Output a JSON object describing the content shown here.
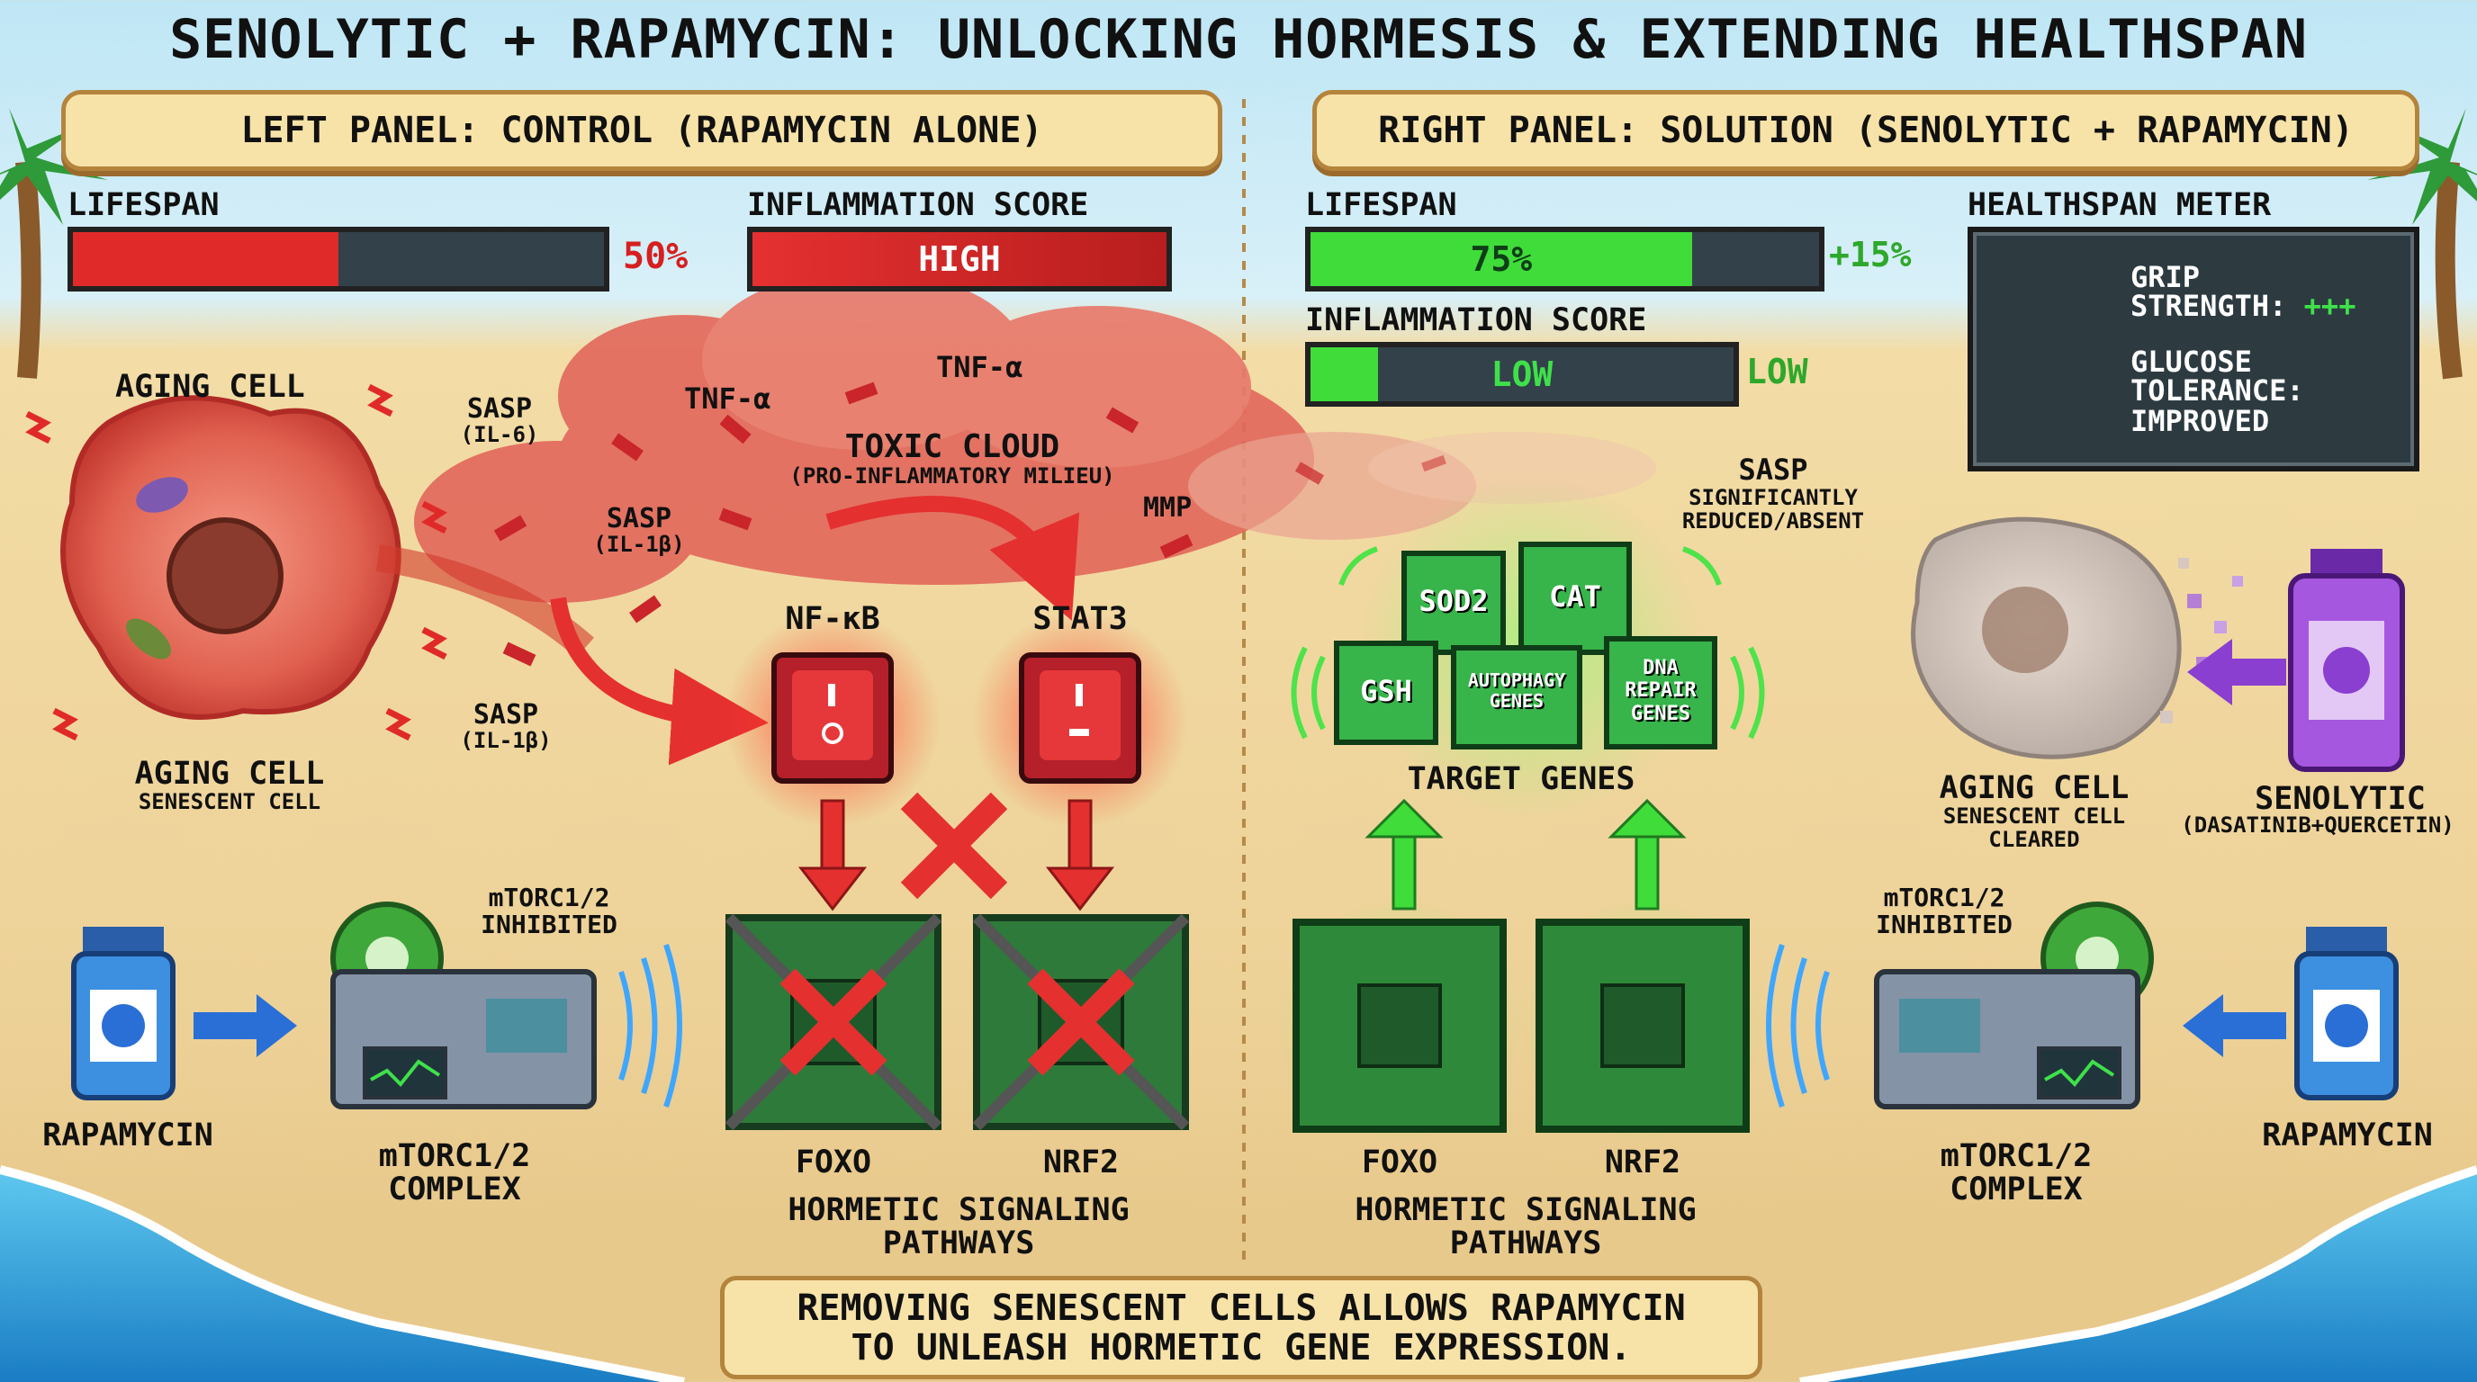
{
  "title": "SENOLYTIC + RAPAMYCIN: UNLOCKING HORMESIS & EXTENDING HEALTHSPAN",
  "left": {
    "panel_title": "LEFT PANEL: CONTROL (RAPAMYCIN ALONE)",
    "lifespan_label": "LIFESPAN",
    "lifespan_value": "50%",
    "lifespan_fraction": 0.5,
    "inflammation_label": "INFLAMMATION SCORE",
    "inflammation_value": "HIGH",
    "aging_cell_top": "AGING CELL",
    "aging_cell_label": "AGING CELL",
    "aging_cell_sub": "SENESCENT CELL",
    "sasp_il6": "SASP",
    "sasp_il6_sub": "(IL-6)",
    "sasp_il1b": "SASP",
    "sasp_il1b_sub": "(IL-1β)",
    "sasp_il1b_2": "SASP",
    "sasp_il1b_2_sub": "(IL-1β)",
    "tnf_1": "TNF-α",
    "tnf_2": "TNF-α",
    "mmp": "MMP",
    "toxic_cloud": "TOXIC CLOUD",
    "toxic_cloud_sub": "(PRO-INFLAMMATORY MILIEU)",
    "nfkb": "NF-κB",
    "stat3": "STAT3",
    "mtorc_inhibited_1": "mTORC1/2",
    "mtorc_inhibited_2": "INHIBITED",
    "mtorc_complex_1": "mTORC1/2",
    "mtorc_complex_2": "COMPLEX",
    "rapamycin": "RAPAMYCIN",
    "foxo": "FOXO",
    "nrf2": "NRF2",
    "hormetic_1": "HORMETIC SIGNALING",
    "hormetic_2": "PATHWAYS"
  },
  "right": {
    "panel_title": "RIGHT PANEL: SOLUTION (SENOLYTIC + RAPAMYCIN)",
    "lifespan_label": "LIFESPAN",
    "lifespan_value": "75%",
    "lifespan_fraction": 0.75,
    "lifespan_delta": "+15%",
    "inflammation_label": "INFLAMMATION SCORE",
    "inflammation_value": "LOW",
    "inflammation_value_side": "LOW",
    "healthspan_label": "HEALTHSPAN METER",
    "grip_1": "GRIP",
    "grip_2": "STRENGTH:",
    "grip_value": "+++",
    "glucose_1": "GLUCOSE",
    "glucose_2": "TOLERANCE:",
    "glucose_value": "IMPROVED",
    "sasp": "SASP",
    "sasp_sub_1": "SIGNIFICANTLY",
    "sasp_sub_2": "REDUCED/ABSENT",
    "genes": [
      "SOD2",
      "CAT",
      "GSH",
      "AUTOPHAGY GENES",
      "DNA REPAIR GENES"
    ],
    "target_genes": "TARGET GENES",
    "aging_cell_label": "AGING CELL",
    "aging_cell_sub_1": "SENESCENT CELL",
    "aging_cell_sub_2": "CLEARED",
    "senolytic": "SENOLYTIC",
    "senolytic_sub": "(DASATINIB+QUERCETIN)",
    "mtorc_inhibited_1": "mTORC1/2",
    "mtorc_inhibited_2": "INHIBITED",
    "mtorc_complex_1": "mTORC1/2",
    "mtorc_complex_2": "COMPLEX",
    "rapamycin": "RAPAMYCIN",
    "foxo": "FOXO",
    "nrf2": "NRF2",
    "hormetic_1": "HORMETIC SIGNALING",
    "hormetic_2": "PATHWAYS"
  },
  "footer_1": "REMOVING SENESCENT CELLS ALLOWS RAPAMYCIN",
  "footer_2": "TO UNLEASH HORMETIC GENE EXPRESSION.",
  "colors": {
    "red": "#e53030",
    "green": "#3fdc3a",
    "blue": "#2a6fd6",
    "purple": "#8a3fd0",
    "sand": "#edd298",
    "sea": "#1f8fd0"
  }
}
